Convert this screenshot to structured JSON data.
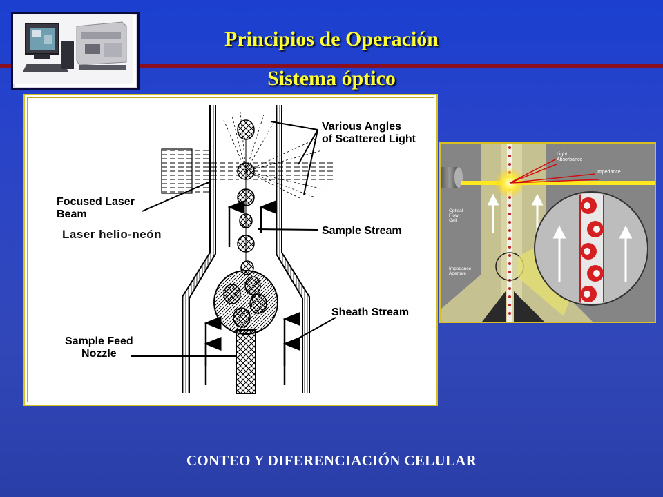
{
  "slide": {
    "title": "Principios de Operación",
    "subtitle": "Sistema óptico",
    "footer": "CONTEO Y DIFERENCIACIÓN CELULAR"
  },
  "diagram_left": {
    "labels": {
      "scattered_light": "Various Angles\nof Scattered Light",
      "focused_beam": "Focused Laser\nBeam",
      "laser_type": "Laser helio-neón",
      "sample_stream": "Sample Stream",
      "sheath_stream": "Sheath Stream",
      "feed_nozzle": "Sample Feed\nNozzle"
    }
  },
  "diagram_right": {
    "labels": {
      "light_absorbance": "Light\nAbsorbance",
      "impedance": "Impedance",
      "optical_flow_cell": "Optical\nFlow\nCell",
      "impedance_aperture": "Impedance\nAperture"
    }
  },
  "colors": {
    "background": "#2a44c8",
    "title": "#ffff33",
    "accent_line": "#8a1020",
    "panel_border": "#d8c020"
  }
}
